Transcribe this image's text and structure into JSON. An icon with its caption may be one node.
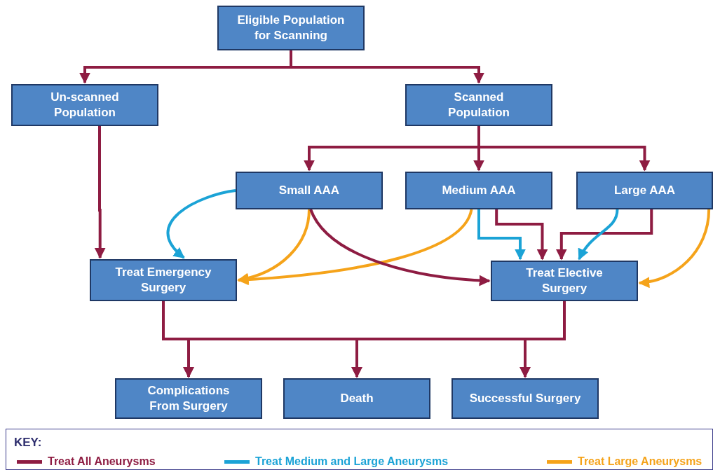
{
  "diagram": {
    "nodes": [
      {
        "text": [
          "Eligible Population for Scanning"
        ]
      },
      {
        "text": [
          "Un-scanned Population"
        ]
      },
      {
        "text": [
          "Scanned Population"
        ]
      },
      {
        "text": [
          "Small AAA"
        ]
      },
      {
        "text": [
          "Medium AAA"
        ]
      },
      {
        "text": [
          "Large AAA"
        ]
      },
      {
        "text": [
          "Treat Emergency Surgery"
        ]
      },
      {
        "text": [
          "Treat Elective Surgery"
        ]
      },
      {
        "text": [
          "Complications From Surgery"
        ]
      },
      {
        "text": [
          "Death"
        ]
      },
      {
        "text": [
          "Successful Surgery"
        ]
      }
    ],
    "edges": [
      {
        "from": 0,
        "to": 1,
        "arrow": "to"
      },
      {
        "from": 0,
        "to": 2,
        "arrow": "to"
      },
      {
        "from": 2,
        "to": 3,
        "arrow": "to"
      },
      {
        "from": 2,
        "to": 4,
        "arrow": "to"
      },
      {
        "from": 2,
        "to": 5,
        "arrow": "to"
      },
      {
        "from": 1,
        "to": 6,
        "arrow": "to"
      },
      {
        "from": 3,
        "to": 6,
        "arrow": "to",
        "color": "#1ba3d6"
      },
      {
        "from": 3,
        "to": 6,
        "arrow": "to",
        "color": "#f5a31a"
      },
      {
        "from": 4,
        "to": 6,
        "arrow": "to",
        "color": "#f5a31a"
      },
      {
        "from": 3,
        "to": 7,
        "arrow": "to"
      },
      {
        "from": 4,
        "to": 7,
        "arrow": "to",
        "color": "#1ba3d6"
      },
      {
        "from": 4,
        "to": 7,
        "arrow": "to"
      },
      {
        "from": 5,
        "to": 7,
        "arrow": "to"
      },
      {
        "from": 5,
        "to": 7,
        "arrow": "to",
        "color": "#1ba3d6"
      },
      {
        "from": 5,
        "to": 7,
        "arrow": "to",
        "color": "#f5a31a"
      },
      {
        "from": 6,
        "to": 8,
        "arrow": "to"
      },
      {
        "from": 6,
        "to": 9,
        "arrow": "to"
      },
      {
        "from": 6,
        "to": 10,
        "arrow": "to"
      },
      {
        "from": 7,
        "to": 8,
        "arrow": "to"
      },
      {
        "from": 7,
        "to": 9,
        "arrow": "to"
      },
      {
        "from": 7,
        "to": 10,
        "arrow": "to"
      }
    ],
    "labels": [
      "KEY:"
    ],
    "legend": [
      {
        "text": "Treat All Aneurysms",
        "color": "#8e1c42"
      },
      {
        "text": "Treat Medium and Large Aneurysms",
        "color": "#1ba3d6"
      },
      {
        "text": "Treat Large Aneurysms",
        "color": "#f5a31a"
      }
    ]
  }
}
